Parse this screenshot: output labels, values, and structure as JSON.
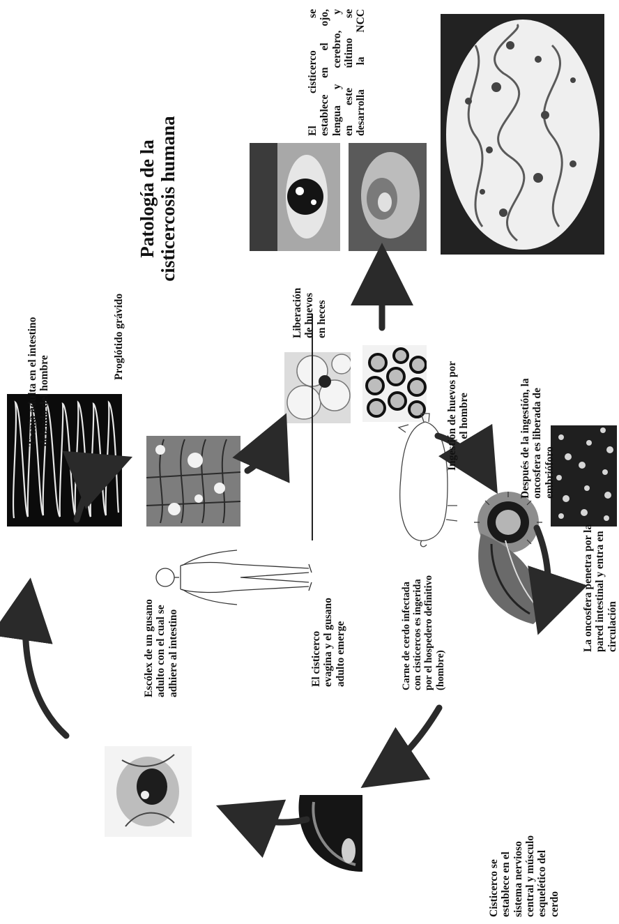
{
  "title": [
    "Patología de la",
    "cisticercosis humana"
  ],
  "labels": {
    "adult_tapeworm": [
      "Taenia adulta en el intestino",
      "delgado del hombre"
    ],
    "gravid_proglottid": [
      "Proglótido grávido"
    ],
    "egg_release": [
      "Liberación",
      "de huevos",
      "en heces"
    ],
    "egg_ingestion": [
      "Ingestión de huevos por",
      "el hombre"
    ],
    "oncosphere_released": [
      "Después de la ingestión, la",
      "oncosfera es liberada de",
      "embrióforo"
    ],
    "oncosphere_penetrates": [
      "La oncosfera penetra por la",
      "pared intestinal y entra en",
      "circulación"
    ],
    "cysticercus_pig": [
      "Cisticerco se",
      "establece en el",
      "sistema nervioso",
      "central y músculo",
      "esquelético del",
      "cerdo"
    ],
    "infected_pork": [
      "Carne de cerdo infectada",
      "con cisticercos es ingerida",
      "por el hospedero definitivo",
      "(hombre)"
    ],
    "cysticercus_evaginates": [
      "El cisticerco",
      "evagina y el gusano",
      "adulto emerge"
    ],
    "scolex": [
      "Escólex de un gusano",
      "adulto con el cual se",
      "adhiere al intestino"
    ],
    "ncc": [
      "El cisticerco se",
      "establece en el ojo,",
      "lengua y cerebro, y",
      "en este último se",
      "desarrolla la NCC"
    ]
  },
  "colors": {
    "ink": "#111111",
    "arrow": "#2a2a2a"
  },
  "icons": [
    "human-figure",
    "pig-figure",
    "cycle-arrow"
  ]
}
